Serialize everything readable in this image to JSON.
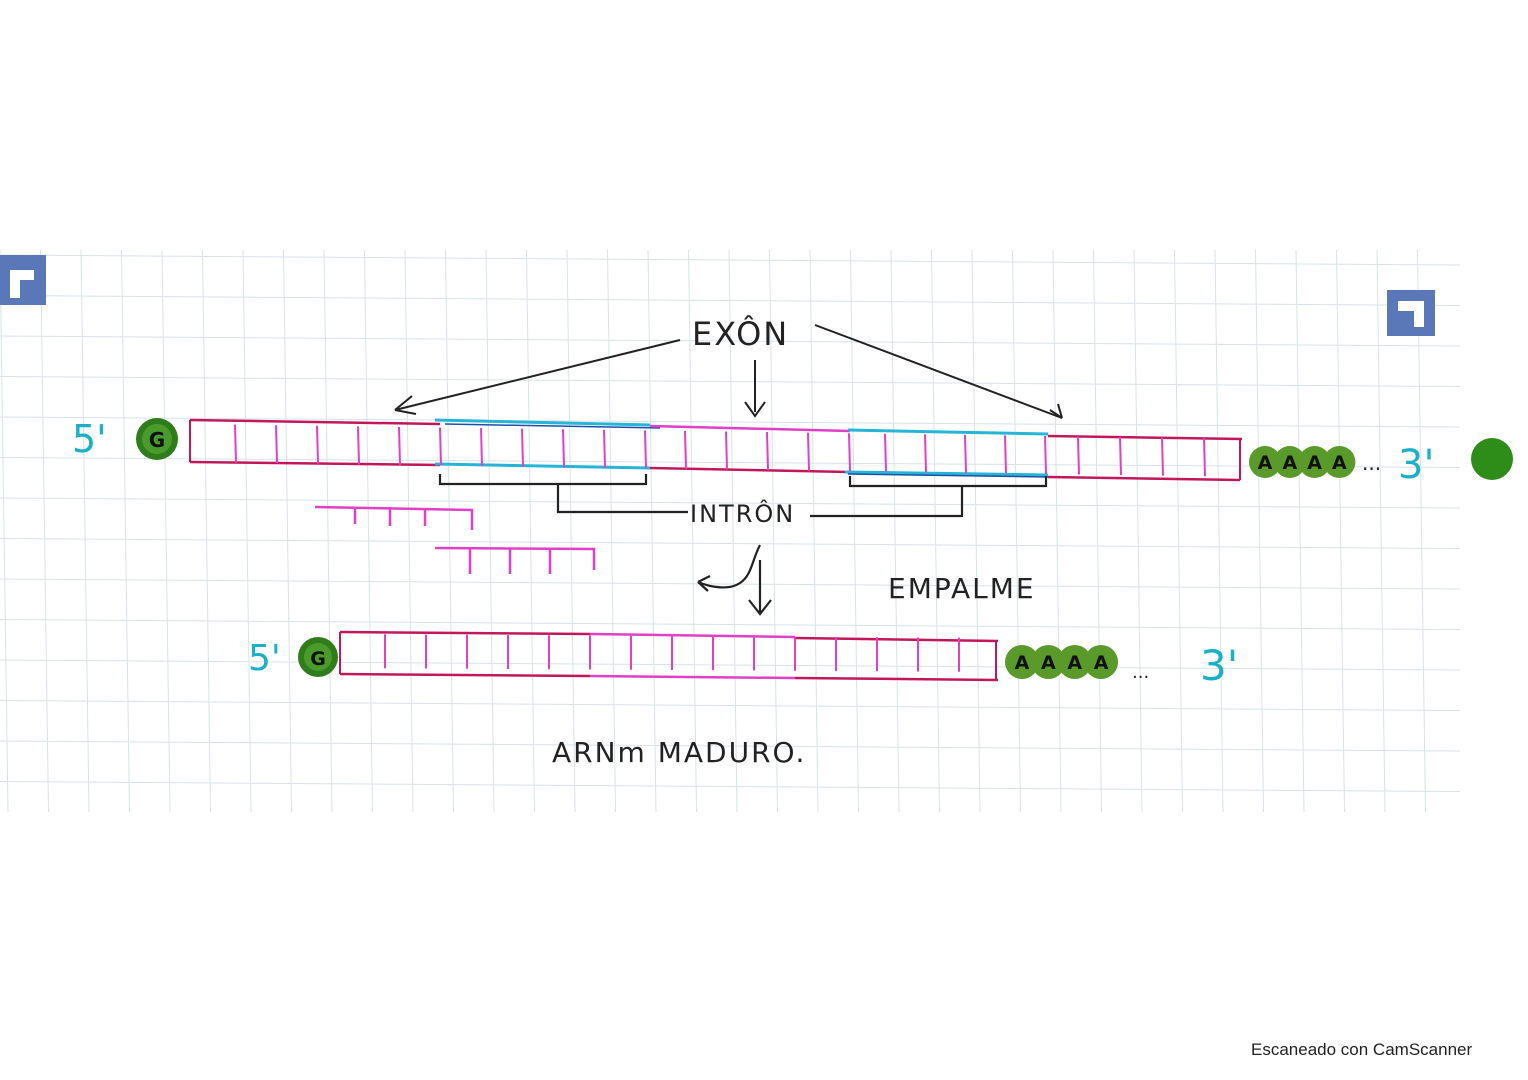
{
  "labels": {
    "exon": "EXÔN",
    "intron": "INTRÔN",
    "empalme": "EMPALME",
    "mature": "ARNm MADURO."
  },
  "top_strand": {
    "five_prime": "5'",
    "cap": "G",
    "poly_a": [
      "A",
      "A",
      "A",
      "A"
    ],
    "poly_a_dots": "...",
    "three_prime": "3'"
  },
  "bottom_strand": {
    "five_prime": "5'",
    "cap": "G",
    "poly_a": [
      "A",
      "A",
      "A",
      "A"
    ],
    "poly_a_dots": "...",
    "three_prime": "3'"
  },
  "footer": "Escaneado con CamScanner",
  "colors": {
    "exon_strand": "#c2185b",
    "magenta_ticks": "#e040c8",
    "intron_strand": "#26b5d6",
    "intron_dark": "#1e4fa8",
    "prime_label": "#1ab0c8",
    "cap_green": "#2e7d1a",
    "poly_a_green": "#5a9a2a",
    "ink": "#222222",
    "grid": "#d7e3e8",
    "tab_blue": "#5a78b8"
  }
}
